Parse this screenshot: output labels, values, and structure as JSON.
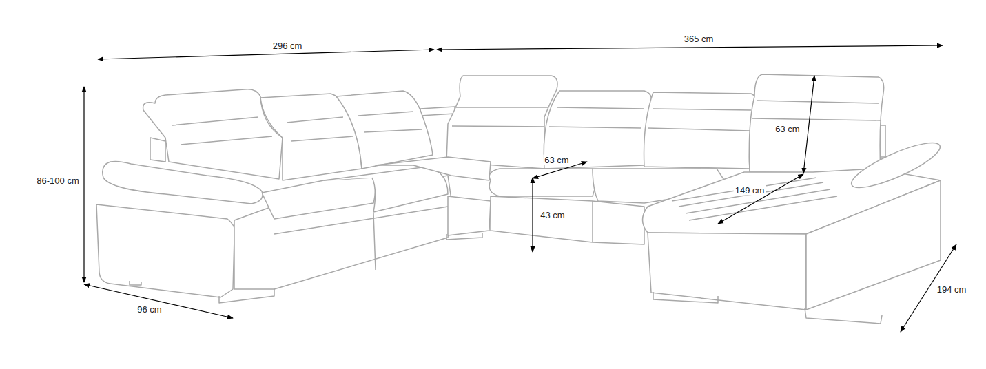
{
  "diagram": {
    "labels": [
      "296 cm",
      "365 cm",
      "63 cm",
      "86-100 cm",
      "63 cm",
      "149 cm",
      "43 cm",
      "96 cm",
      "194 cm"
    ]
  }
}
